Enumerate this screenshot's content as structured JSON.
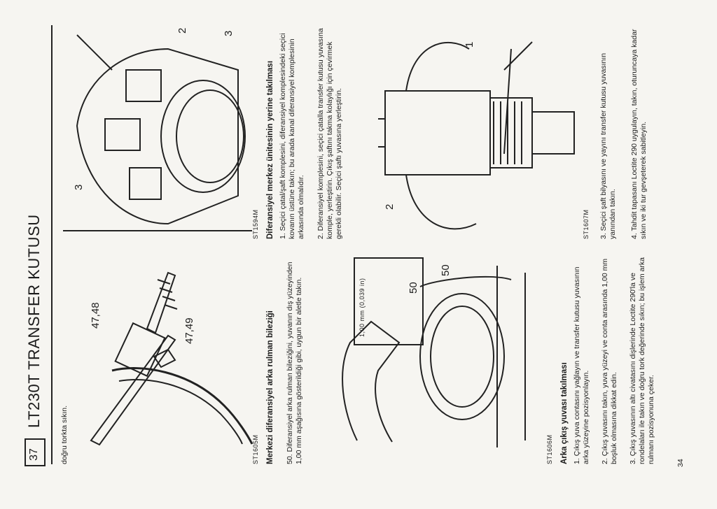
{
  "header": {
    "page_box": "37",
    "title": "LT230T TRANSFER KUTUSU",
    "continuation": "doğru torkta sıkın."
  },
  "figures": {
    "fig1": {
      "code": "ST1605M",
      "labels": [
        "47,48",
        "47,49"
      ]
    },
    "fig2": {
      "code": "ST1606M",
      "labels": [
        "50"
      ],
      "inset_label": "1,00 mm (0,039 in)",
      "inset_num": "50"
    },
    "fig3": {
      "code": "ST1594M",
      "labels": [
        "2",
        "3",
        "3"
      ]
    },
    "fig4": {
      "code": "ST1607M",
      "labels": [
        "1",
        "2"
      ]
    }
  },
  "sections": {
    "bearing": {
      "heading": "Merkezi diferansiyel arka rulman bileziği",
      "p50": "50. Diferansiyel arka rulman bileziğini, yuvanın dış yüzeyinden 1,00 mm aşağısına gösterildiği gibi, uygun bir aletle takın."
    },
    "housing": {
      "heading": "Arka çıkış yuvası takılması",
      "p1": "1. Çıkış yuva contasını yağlayın ve transfer kutusu yuvasının arka yüzeyine pozisyonlayın.",
      "p2": "2. Çıkış yuvasını takın, yuva yüzeyi ve conta arasında 1,00 mm boşluk olmasına dikkat edin.",
      "p3": "3. Çıkış yuvasının altı civatasını dişlerinde Loctite 290'la ve rondelaları ile takın ve doğru tork değerinde sıkın; bu işlem arka rulmanı pozisyonuna çeker."
    },
    "diff": {
      "heading": "Diferansiyel merkez ünitesinin yerine takılması",
      "p1": "1. Seçici çatal/şaft komplesini, diferansiyel komplesindeki seçici kovanın üstüne takın; bu arada kanal diferansiyel komplesinin arkasında olmalıdır.",
      "p2": "2. Diferansiyel komplesini, seçici çatalla transfer kutusu yuvasına komple, yerleştirin. Çıkış şaftını takma kolaylığı için çevirmek gerekli olabilir. Seçici şaftı yuvasına yerleştirin."
    },
    "final": {
      "p3": "3. Seçici şaft bilyasını ve yayını transfer kutusu yuvasının yanından takın.",
      "p4": "4. Tahdit tapasanı Loctite 290 uygulayın, takın, oturuncaya kadar sıkın ve iki tur gevşeterek sabitleyin."
    }
  },
  "footer": {
    "page_number": "34"
  }
}
